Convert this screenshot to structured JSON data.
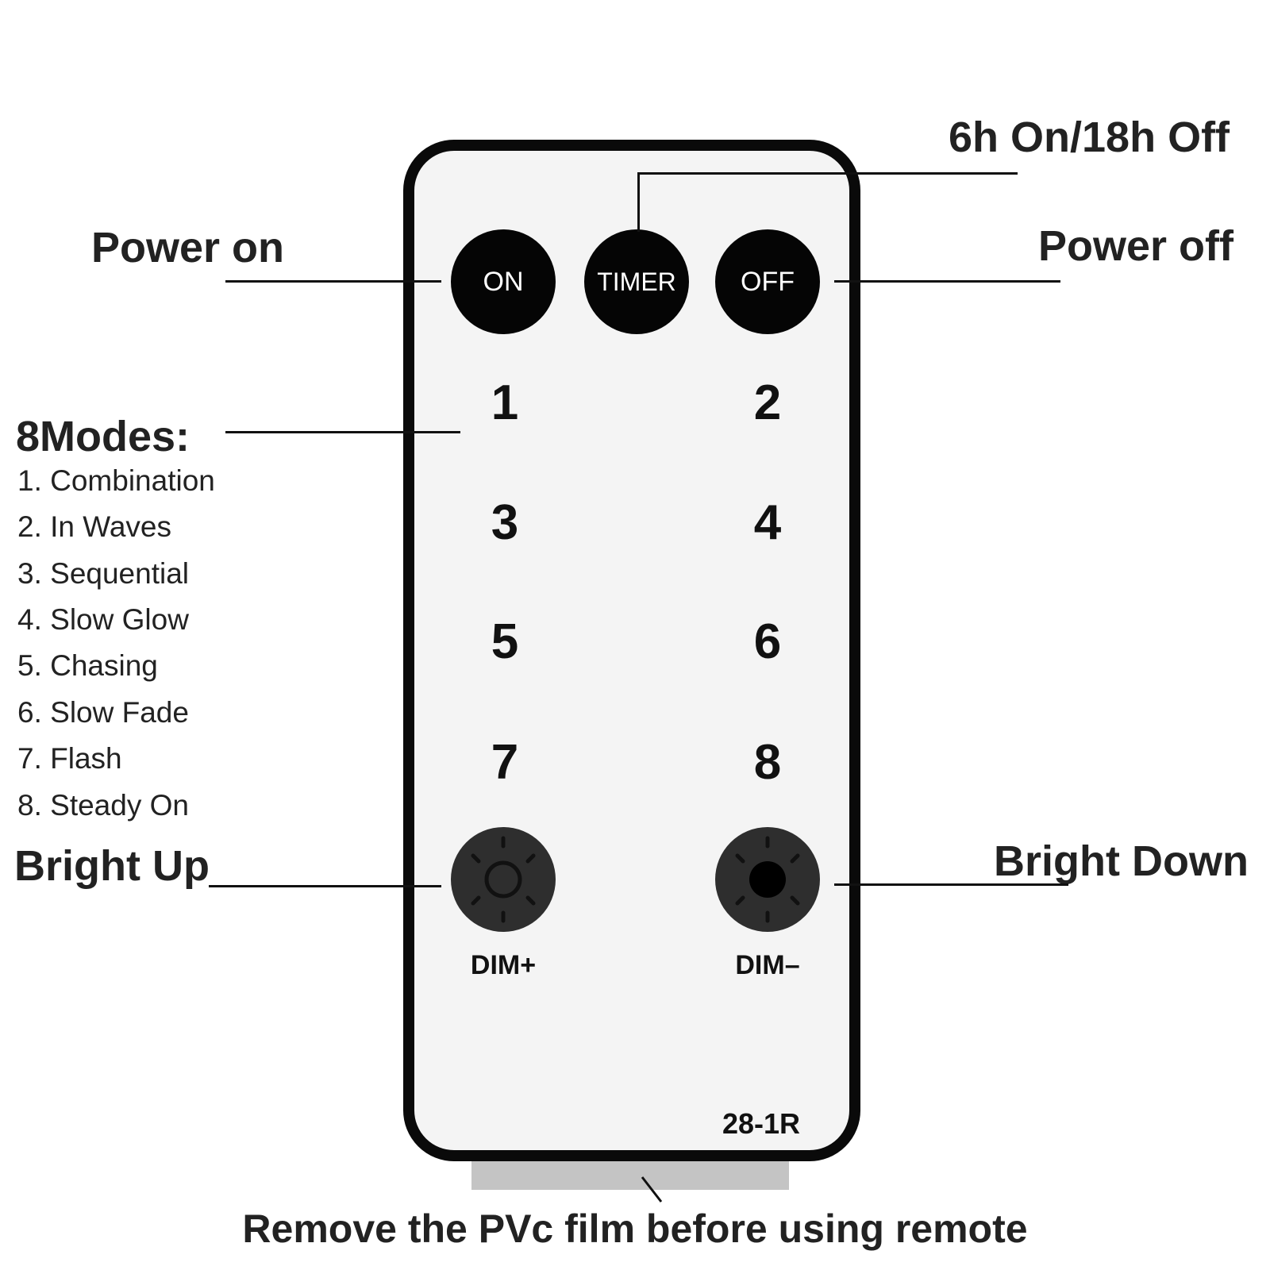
{
  "callouts": {
    "timer_desc": "6h On/18h Off",
    "power_on": "Power on",
    "power_off": "Power off",
    "modes_title": "8Modes:",
    "bright_up": "Bright Up",
    "bright_down": "Bright Down"
  },
  "modes": [
    "1. Combination",
    "2. In Waves",
    "3. Sequential",
    "4. Slow Glow",
    "5. Chasing",
    "6. Slow Fade",
    "7. Flash",
    "8. Steady On"
  ],
  "remote": {
    "buttons": {
      "on": "ON",
      "timer": "TIMER",
      "off": "OFF"
    },
    "number_keys": [
      "1",
      "2",
      "3",
      "4",
      "5",
      "6",
      "7",
      "8"
    ],
    "dim_plus_label": "DIM+",
    "dim_minus_label": "DIM–",
    "model": "28-1R"
  },
  "footer": "Remove the PVc film before using remote",
  "colors": {
    "remote_border": "#0a0a0a",
    "remote_body": "#f4f4f4",
    "button": "#050505",
    "dim_button": "#2e2e2e",
    "film": "#c4c4c4",
    "text": "#222222"
  }
}
